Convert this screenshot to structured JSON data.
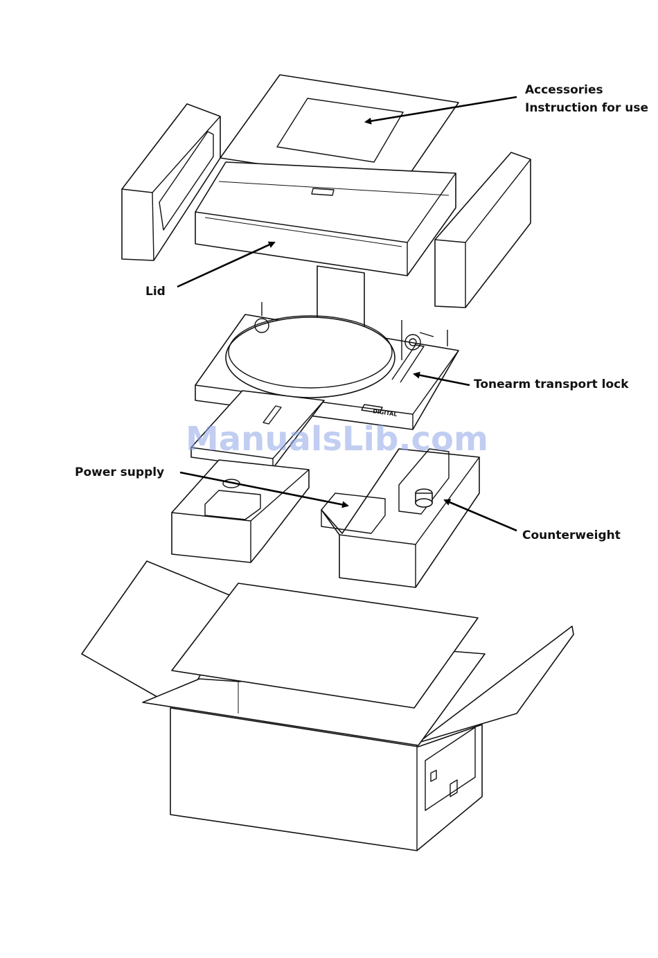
{
  "labels": {
    "accessories": "Accessories",
    "instruction": "Instruction for use",
    "lid": "Lid",
    "tonearm_lock": "Tonearm transport lock",
    "power_supply": "Power supply",
    "counterweight": "Counterweight"
  },
  "turntable_logo": "DIGITAL",
  "watermark": "ManualsLib.com",
  "colors": {
    "line": "#111111",
    "watermark": "#8fa6e6",
    "background": "#ffffff"
  }
}
